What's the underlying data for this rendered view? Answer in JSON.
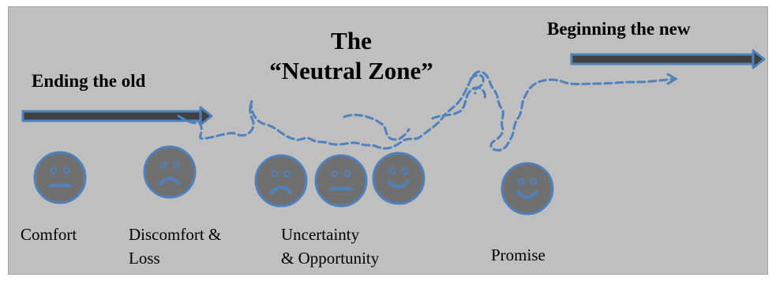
{
  "headings": {
    "ending": "Ending the old",
    "neutral_line1": "The",
    "neutral_line2": "“Neutral Zone”",
    "beginning": "Beginning the new"
  },
  "stages": [
    {
      "label_line1": "Comfort",
      "label_line2": "",
      "face": "neutral"
    },
    {
      "label_line1": "Discomfort &",
      "label_line2": "Loss",
      "face": "sad"
    },
    {
      "label_line1": "Uncertainty",
      "label_line2": "& Opportunity",
      "face": "sad"
    },
    {
      "label_line1": "",
      "label_line2": "",
      "face": "neutral"
    },
    {
      "label_line1": "",
      "label_line2": "",
      "face": "happy"
    },
    {
      "label_line1": "Promise",
      "label_line2": "",
      "face": "happy"
    }
  ],
  "colors": {
    "background": "#bfbfbf",
    "arrow_body": "#404040",
    "arrow_outline": "#4f81bd",
    "path": "#4f81bd",
    "face_fill": "#707070",
    "face_ring": "#4f81bd"
  }
}
